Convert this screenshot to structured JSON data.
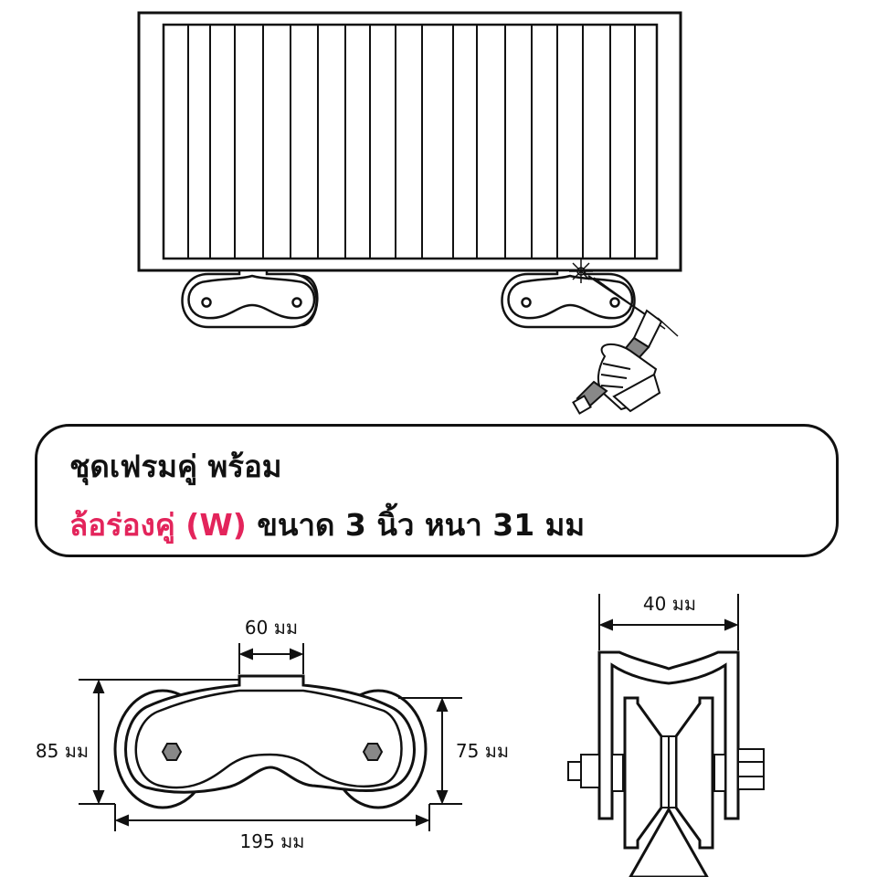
{
  "title": {
    "line1": "ชุดเฟรมคู่ พร้อม",
    "line2_highlight": "ล้อร่องคู่ (W)",
    "line2_rest": "ขนาด 3 นิ้ว หนา 31 มม"
  },
  "dimensions": {
    "top_width": "60 มม",
    "left_height": "85 มม",
    "right_height": "75 มม",
    "bottom_length": "195 มม",
    "side_width": "40 มม"
  },
  "colors": {
    "accent": "#e3245b",
    "line": "#111111"
  }
}
